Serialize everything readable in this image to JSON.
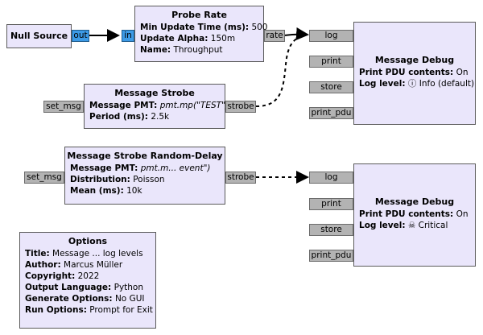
{
  "null_source": {
    "title": "Null Source",
    "out_port": "out"
  },
  "probe_rate": {
    "title": "Probe Rate",
    "in_port": "in",
    "out_port": "rate",
    "params": [
      {
        "label": "Min Update Time (ms):",
        "value": "500"
      },
      {
        "label": "Update Alpha:",
        "value": "150m"
      },
      {
        "label": "Name:",
        "value": "Throughput"
      }
    ]
  },
  "message_strobe": {
    "title": "Message Strobe",
    "in_port": "set_msg",
    "out_port": "strobe",
    "params": [
      {
        "label": "Message PMT:",
        "value": "pmt.mp(\"TEST\")"
      },
      {
        "label": "Period (ms):",
        "value": "2.5k"
      }
    ]
  },
  "message_strobe_random": {
    "title": "Message Strobe Random-Delay",
    "in_port": "set_msg",
    "out_port": "strobe",
    "params": [
      {
        "label": "Message PMT:",
        "value": "pmt.m... event\")"
      },
      {
        "label": "Distribution:",
        "value": "Poisson"
      },
      {
        "label": "Mean (ms):",
        "value": "10k"
      }
    ]
  },
  "debug1": {
    "title": "Message Debug",
    "ports": [
      "log",
      "print",
      "store",
      "print_pdu"
    ],
    "params": [
      {
        "label": "Print PDU contents:",
        "value": "On"
      },
      {
        "label": "Log level:",
        "value": "ⓘ Info (default)"
      }
    ]
  },
  "debug2": {
    "title": "Message Debug",
    "ports": [
      "log",
      "print",
      "store",
      "print_pdu"
    ],
    "params": [
      {
        "label": "Print PDU contents:",
        "value": "On"
      },
      {
        "label": "Log level:",
        "value": "☠ Critical"
      }
    ]
  },
  "options": {
    "title": "Options",
    "params": [
      {
        "label": "Title:",
        "value": "Message ... log levels"
      },
      {
        "label": "Author:",
        "value": "Marcus Müller"
      },
      {
        "label": "Copyright:",
        "value": "2022"
      },
      {
        "label": "Output Language:",
        "value": "Python"
      },
      {
        "label": "Generate Options:",
        "value": "No GUI"
      },
      {
        "label": "Run Options:",
        "value": "Prompt for Exit"
      }
    ]
  }
}
